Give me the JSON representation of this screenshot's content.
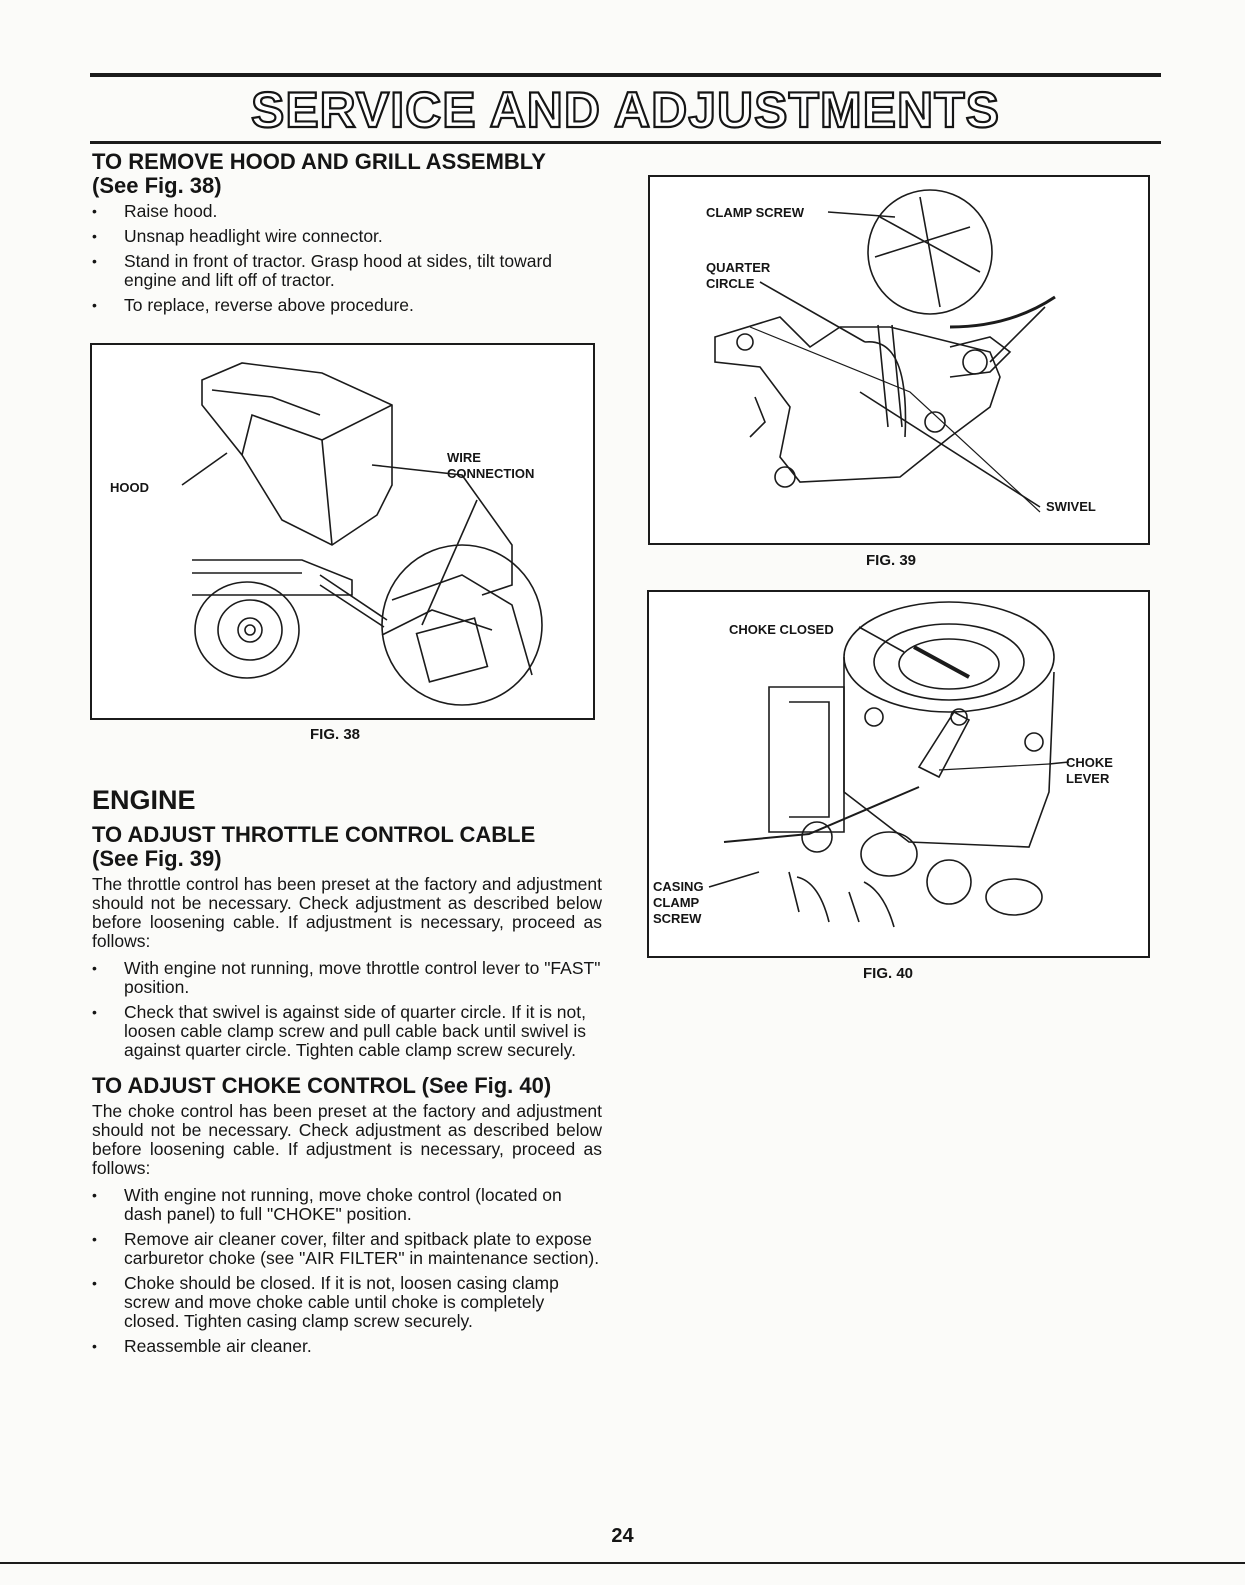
{
  "page": {
    "title": "SERVICE AND ADJUSTMENTS",
    "page_number": "24"
  },
  "hood": {
    "heading": "TO REMOVE HOOD AND GRILL ASSEMBLY",
    "subheading": "(See Fig. 38)",
    "steps": [
      "Raise hood.",
      "Unsnap headlight wire connector.",
      "Stand in front of tractor. Grasp hood at sides, tilt toward engine and lift off of tractor.",
      "To replace, reverse above procedure."
    ]
  },
  "fig38": {
    "caption": "FIG. 38",
    "callouts": {
      "hood": "HOOD",
      "wire": "WIRE",
      "connection": "CONNECTION"
    }
  },
  "engine": {
    "heading": "ENGINE",
    "throttle": {
      "heading": "TO ADJUST THROTTLE CONTROL CABLE",
      "subheading": "(See Fig. 39)",
      "intro": "The throttle control has been preset at the factory and adjustment should not be necessary. Check adjustment as described below before loosening cable. If adjustment is necessary, proceed as follows:",
      "steps": [
        "With engine not running, move throttle control lever to \"FAST\" position.",
        "Check that swivel is against side of quarter circle. If it is not, loosen cable clamp screw and pull cable back until swivel is against quarter circle. Tighten cable clamp screw securely."
      ]
    },
    "choke": {
      "heading": "TO ADJUST CHOKE CONTROL (See Fig. 40)",
      "intro": "The choke control has been preset at the factory and adjustment should not be necessary. Check adjustment as described below before loosening cable. If adjustment is necessary, proceed as follows:",
      "steps": [
        "With engine not running, move choke control (located on dash panel) to full \"CHOKE\" position.",
        "Remove air cleaner cover, filter and spitback plate to expose carburetor choke (see \"AIR FILTER\" in maintenance section).",
        "Choke should be closed. If it is not, loosen casing clamp screw and move choke cable until choke is completely closed. Tighten casing clamp screw securely.",
        "Reassemble air cleaner."
      ]
    }
  },
  "fig39": {
    "caption": "FIG. 39",
    "callouts": {
      "clamp_screw": "CLAMP SCREW",
      "quarter": "QUARTER",
      "circle": "CIRCLE",
      "swivel": "SWIVEL"
    }
  },
  "fig40": {
    "caption": "FIG. 40",
    "callouts": {
      "choke_closed": "CHOKE CLOSED",
      "choke": "CHOKE",
      "lever": "LEVER",
      "casing": "CASING",
      "clamp": "CLAMP",
      "screw": "SCREW"
    }
  }
}
